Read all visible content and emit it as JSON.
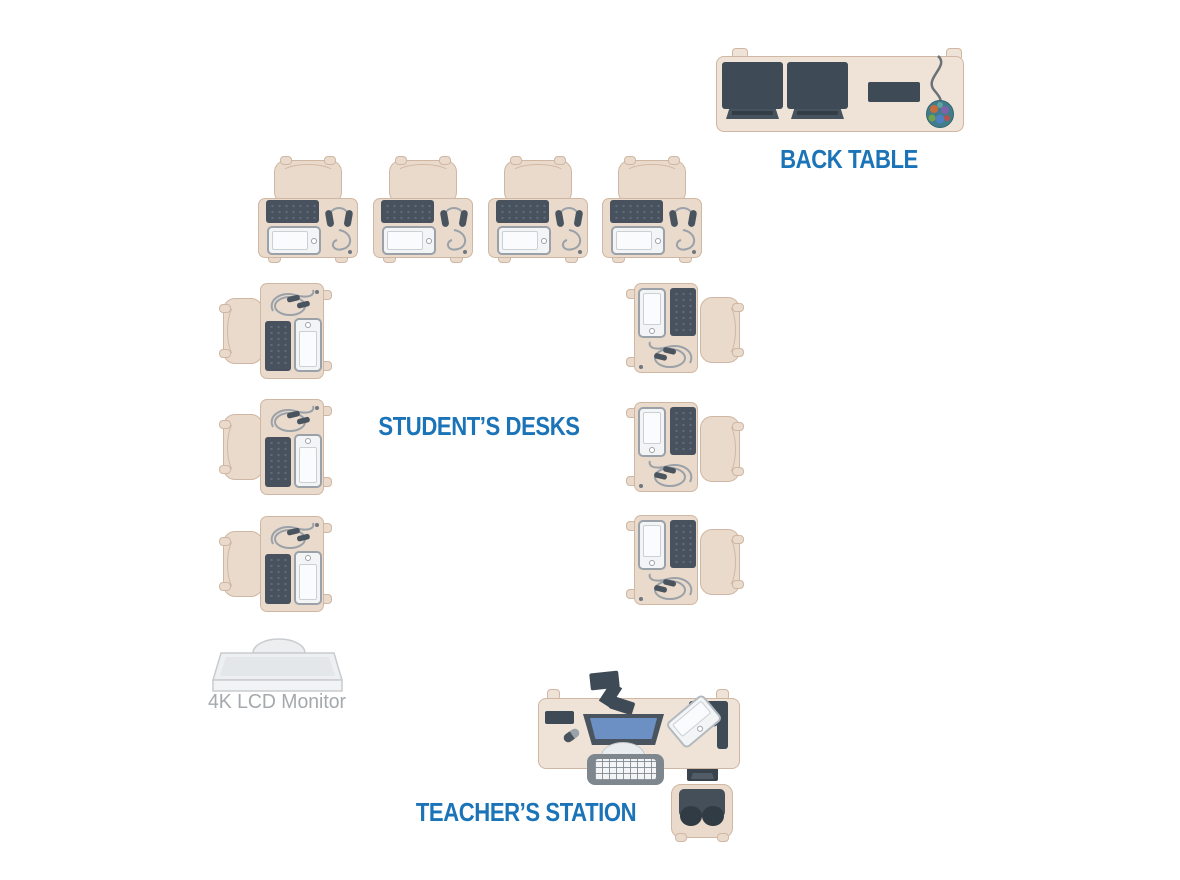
{
  "diagram": {
    "type": "classroom-technology-floor-plan",
    "background": "#ffffff"
  },
  "areas": {
    "back_table": {
      "label": "BACK TABLE",
      "items": [
        "monitor",
        "monitor",
        "keyboard",
        "tethered-mouse-ball"
      ]
    },
    "student_desks": {
      "label": "STUDENT’S DESKS",
      "desk_count": 10,
      "arrangement": {
        "top_row": 4,
        "left_column": 3,
        "right_column": 3
      },
      "items_per_desk": [
        "keyboard",
        "tablet",
        "headphones"
      ]
    },
    "display": {
      "label": "4K LCD Monitor"
    },
    "teacher_station": {
      "label": "TEACHER’S STATION",
      "items": [
        "phone",
        "flash-drive",
        "monitor",
        "keyboard",
        "document-camera-arm",
        "tablet-on-stand",
        "storage-tray",
        "chair-with-headphones"
      ]
    }
  },
  "colors": {
    "label_blue": "#1B74B8",
    "caption_gray": "#A5A9AC",
    "furniture_tan": "#EADACB",
    "table_tan": "#EFE3D7",
    "furniture_outline": "#CFB7A3",
    "device_dark": "#3E4A55",
    "device_white": "#F3F4F6",
    "screen_blue": "#6C90C4"
  }
}
